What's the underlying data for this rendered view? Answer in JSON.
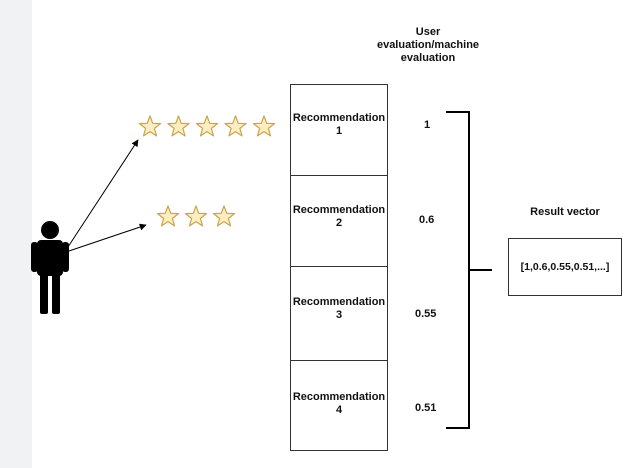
{
  "header": {
    "evaluation_title": "User\nevaluation/machine\nevaluation"
  },
  "ratings": [
    {
      "stars": 5
    },
    {
      "stars": 3
    }
  ],
  "recommendations": [
    {
      "label": "Recommendation\n1",
      "score": "1"
    },
    {
      "label": "Recommendation\n2",
      "score": "0.6"
    },
    {
      "label": "Recommendation\n3",
      "score": "0.55"
    },
    {
      "label": "Recommendation\n4",
      "score": "0.51"
    }
  ],
  "result": {
    "title": "Result vector",
    "value": "[1,0.6,0.55,0.51,...]"
  },
  "colors": {
    "star_fill": "#fdeec0",
    "star_stroke": "#c9a54a",
    "person": "#000000",
    "line": "#000000",
    "canvas": "#ffffff",
    "gutter": "#f1f2f3"
  },
  "icons": {
    "person": "person-icon",
    "star": "star-icon"
  }
}
